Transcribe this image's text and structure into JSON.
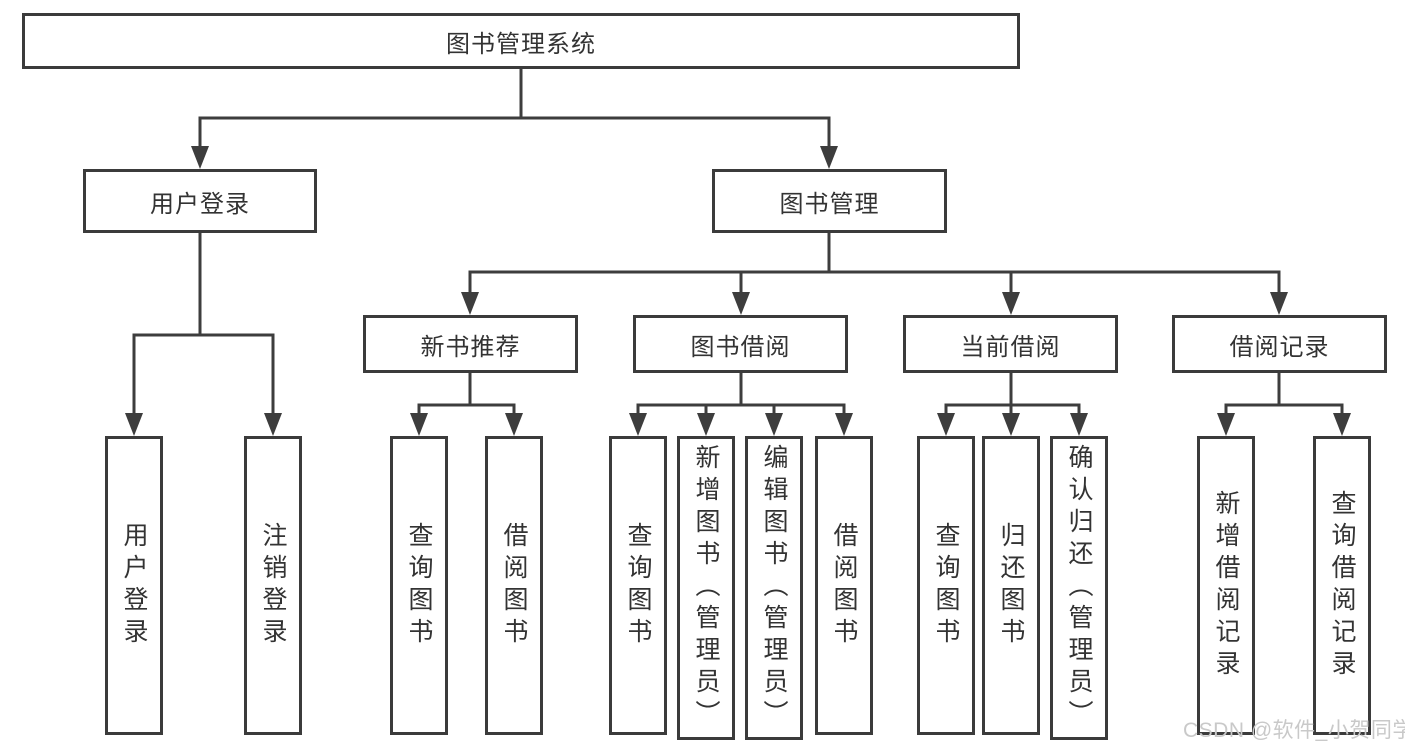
{
  "diagram": {
    "type": "hierarchy-tree",
    "title": "图书管理系统",
    "watermark": "CSDN @软件_小贺同学",
    "colors": {
      "line": "#3d3d3d",
      "border": "#3b3b3b",
      "text": "#333333",
      "watermark": "#c9c9c9",
      "background": "#ffffff"
    },
    "nodes": {
      "root": {
        "label": "图书管理系统",
        "level": 1
      },
      "userLogin": {
        "label": "用户登录",
        "level": 2
      },
      "bookMgmt": {
        "label": "图书管理",
        "level": 2
      },
      "newBookRec": {
        "label": "新书推荐",
        "level": 3
      },
      "bookBorrow": {
        "label": "图书借阅",
        "level": 3
      },
      "currentBorrow": {
        "label": "当前借阅",
        "level": 3
      },
      "borrowRecords": {
        "label": "借阅记录",
        "level": 3
      },
      "leafUserLogin": {
        "label": "用户登录",
        "level": 4
      },
      "leafLogout": {
        "label": "注销登录",
        "level": 4
      },
      "nbQuery": {
        "label": "查询图书",
        "level": 4
      },
      "nbBorrow": {
        "label": "借阅图书",
        "level": 4
      },
      "bbQuery": {
        "label": "查询图书",
        "level": 4
      },
      "bbAdd": {
        "label": "新增图书（管理员）",
        "level": 4
      },
      "bbEdit": {
        "label": "编辑图书（管理员）",
        "level": 4
      },
      "bbBorrow": {
        "label": "借阅图书",
        "level": 4
      },
      "cbQuery": {
        "label": "查询图书",
        "level": 4
      },
      "cbReturn": {
        "label": "归还图书",
        "level": 4
      },
      "cbConfirm": {
        "label": "确认归还（管理员）",
        "level": 4
      },
      "brAdd": {
        "label": "新增借阅记录",
        "level": 4
      },
      "brQuery": {
        "label": "查询借阅记录",
        "level": 4
      }
    },
    "edges": [
      [
        "root",
        "userLogin"
      ],
      [
        "root",
        "bookMgmt"
      ],
      [
        "userLogin",
        "leafUserLogin"
      ],
      [
        "userLogin",
        "leafLogout"
      ],
      [
        "bookMgmt",
        "newBookRec"
      ],
      [
        "bookMgmt",
        "bookBorrow"
      ],
      [
        "bookMgmt",
        "currentBorrow"
      ],
      [
        "bookMgmt",
        "borrowRecords"
      ],
      [
        "newBookRec",
        "nbQuery"
      ],
      [
        "newBookRec",
        "nbBorrow"
      ],
      [
        "bookBorrow",
        "bbQuery"
      ],
      [
        "bookBorrow",
        "bbAdd"
      ],
      [
        "bookBorrow",
        "bbEdit"
      ],
      [
        "bookBorrow",
        "bbBorrow"
      ],
      [
        "currentBorrow",
        "cbQuery"
      ],
      [
        "currentBorrow",
        "cbReturn"
      ],
      [
        "currentBorrow",
        "cbConfirm"
      ],
      [
        "borrowRecords",
        "brAdd"
      ],
      [
        "borrowRecords",
        "brQuery"
      ]
    ]
  }
}
